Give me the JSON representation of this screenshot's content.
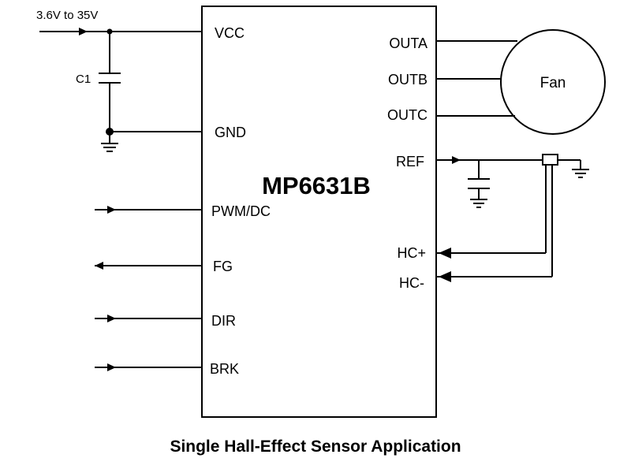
{
  "supply_label": "3.6V to 35V",
  "capacitor_label": "C1",
  "chip_name": "MP6631B",
  "pins_left": {
    "vcc": "VCC",
    "gnd": "GND",
    "pwm": "PWM/DC",
    "fg": "FG",
    "dir": "DIR",
    "brk": "BRK"
  },
  "pins_right": {
    "outa": "OUTA",
    "outb": "OUTB",
    "outc": "OUTC",
    "ref": "REF",
    "hcp": "HC+",
    "hcm": "HC-"
  },
  "fan_label": "Fan",
  "caption": "Single Hall-Effect Sensor Application"
}
